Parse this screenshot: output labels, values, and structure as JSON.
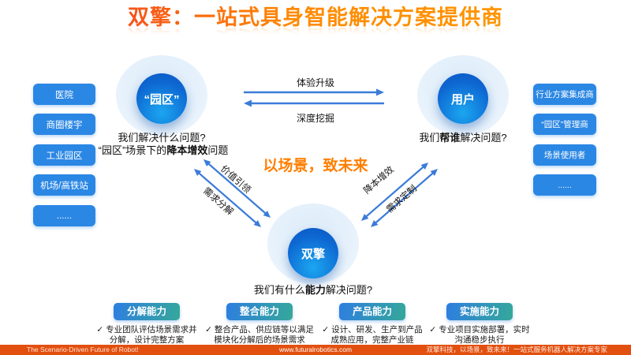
{
  "title": {
    "text": "双擎：一站式具身智能解决方案提供商"
  },
  "slogan": "以场景，致未来",
  "left_panel": {
    "items": [
      "医院",
      "商圈楼宇",
      "工业园区",
      "机场/高铁站",
      "......"
    ]
  },
  "right_panel": {
    "items": [
      "行业方案集成商",
      "“园区”管理商",
      "场景使用者",
      "......"
    ]
  },
  "nodes": {
    "park": {
      "label": "“园区”",
      "question_line1": "我们解决什么问题?",
      "question_line2": [
        {
          "t": "“园区”场景下的"
        },
        {
          "t": "降本增效",
          "b": true
        },
        {
          "t": "问题"
        }
      ]
    },
    "user": {
      "label": "用户",
      "question": [
        {
          "t": "我们"
        },
        {
          "t": "帮谁",
          "b": true
        },
        {
          "t": "解决问题?"
        }
      ]
    },
    "engine": {
      "label": "双擎",
      "question": [
        {
          "t": "我们有什么"
        },
        {
          "t": "能力",
          "b": true
        },
        {
          "t": "解决问题?"
        }
      ]
    }
  },
  "relations": {
    "park_to_user": "体验升级",
    "user_to_park": "深度挖掘",
    "park_engine_upper": "价值引领",
    "park_engine_lower": "需求分解",
    "user_engine_upper": "降本增效",
    "user_engine_lower": "需求定制"
  },
  "capabilities": [
    {
      "name": "分解能力",
      "check": "✓",
      "line1": "专业团队评估场景需求并",
      "line2": "分解，设计完整方案"
    },
    {
      "name": "整合能力",
      "check": "✓",
      "line1": "整合产品、供应链等以满足",
      "line2": "模块化分解后的场景需求"
    },
    {
      "name": "产品能力",
      "check": "✓",
      "line1": "设计、研发、生产到产品",
      "line2": "成熟应用，完整产业链"
    },
    {
      "name": "实施能力",
      "check": "✓",
      "line1": "专业项目实施部署，实时",
      "line2": "沟通稳步执行"
    }
  ],
  "footer": {
    "left": "The Scenario-Driven Future of Robot!",
    "center": "www.futuralrobotics.com",
    "right": "双擎科技，以场景，致未来！一站式服务机器人解决方案专家"
  },
  "colors": {
    "title_gradient_start": "#f7541b",
    "title_gradient_end": "#ff9500",
    "slogan_orange": "#ff7f00",
    "side_button_blue": "#2b87e4",
    "node_blue_dark": "#0a55c2",
    "node_blue_light": "#1ba6f0",
    "arrow_blue": "#3b7cd8",
    "capability_gradient_start": "#2e7ee0",
    "capability_gradient_end": "#35a89a",
    "footer_bar": "#e2500f"
  }
}
